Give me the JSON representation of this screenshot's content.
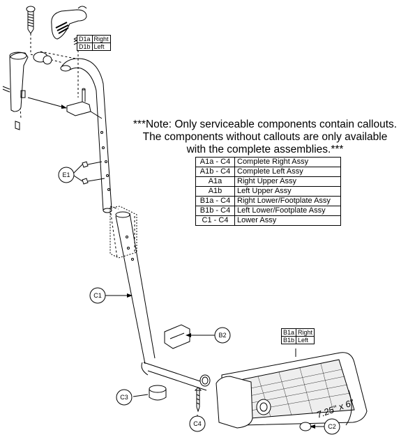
{
  "note": {
    "lines": [
      "***Note: Only serviceable components contain callouts.",
      "The components without callouts are only available",
      "with the complete assemblies.***"
    ]
  },
  "assembly_table": [
    {
      "code": "A1a - C4",
      "desc": "Complete Right Assy"
    },
    {
      "code": "A1b - C4",
      "desc": "Complete Left Assy"
    },
    {
      "code": "A1a",
      "desc": "Right Upper Assy"
    },
    {
      "code": "A1b",
      "desc": "Left Upper Assy"
    },
    {
      "code": "B1a - C4",
      "desc": "Right Lower/Footplate Assy"
    },
    {
      "code": "B1b - C4",
      "desc": "Left Lower/Footplate Assy"
    },
    {
      "code": "C1 - C4",
      "desc": "Lower Assy"
    }
  ],
  "d1_table": [
    {
      "code": "D1a",
      "side": "Right"
    },
    {
      "code": "D1b",
      "side": "Left"
    }
  ],
  "b1_table": [
    {
      "code": "B1a",
      "side": "Right"
    },
    {
      "code": "B1b",
      "side": "Left"
    }
  ],
  "callouts": {
    "e1": "E1",
    "c1": "C1",
    "b2": "B2",
    "c3": "C3",
    "c4": "C4",
    "c2": "C2"
  },
  "dimension": "7.25\" x 6\""
}
